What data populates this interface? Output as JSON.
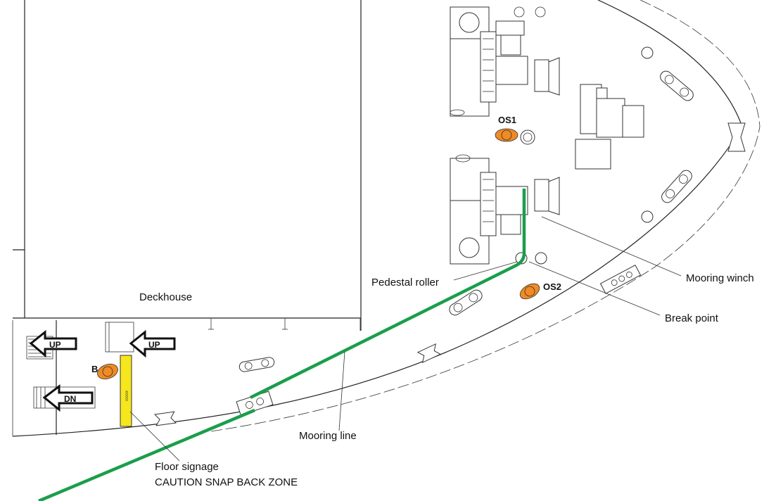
{
  "title": "Mooring deck snap back zone plan",
  "labels": {
    "deckhouse": "Deckhouse",
    "pedestal_roller": "Pedestal roller",
    "mooring_winch": "Mooring winch",
    "break_point": "Break point",
    "mooring_line": "Mooring line",
    "floor_signage_line1": "Floor signage",
    "floor_signage_line2": "CAUTION SNAP BACK ZONE"
  },
  "personnel": {
    "os1": "OS1",
    "os2": "OS2",
    "b": "B"
  },
  "stairs": {
    "up_left": "UP",
    "up_right": "UP",
    "down": "DN"
  },
  "signage_text": "xxxxx",
  "colors": {
    "mooring_line": "#1a9e4b",
    "personnel": "#f08a24",
    "signage": "#f6e61c",
    "drawing": "#222222"
  },
  "icons": [
    "person-icon",
    "arrow-left-icon",
    "bollard-icon",
    "winch-icon",
    "fairlead-icon"
  ]
}
